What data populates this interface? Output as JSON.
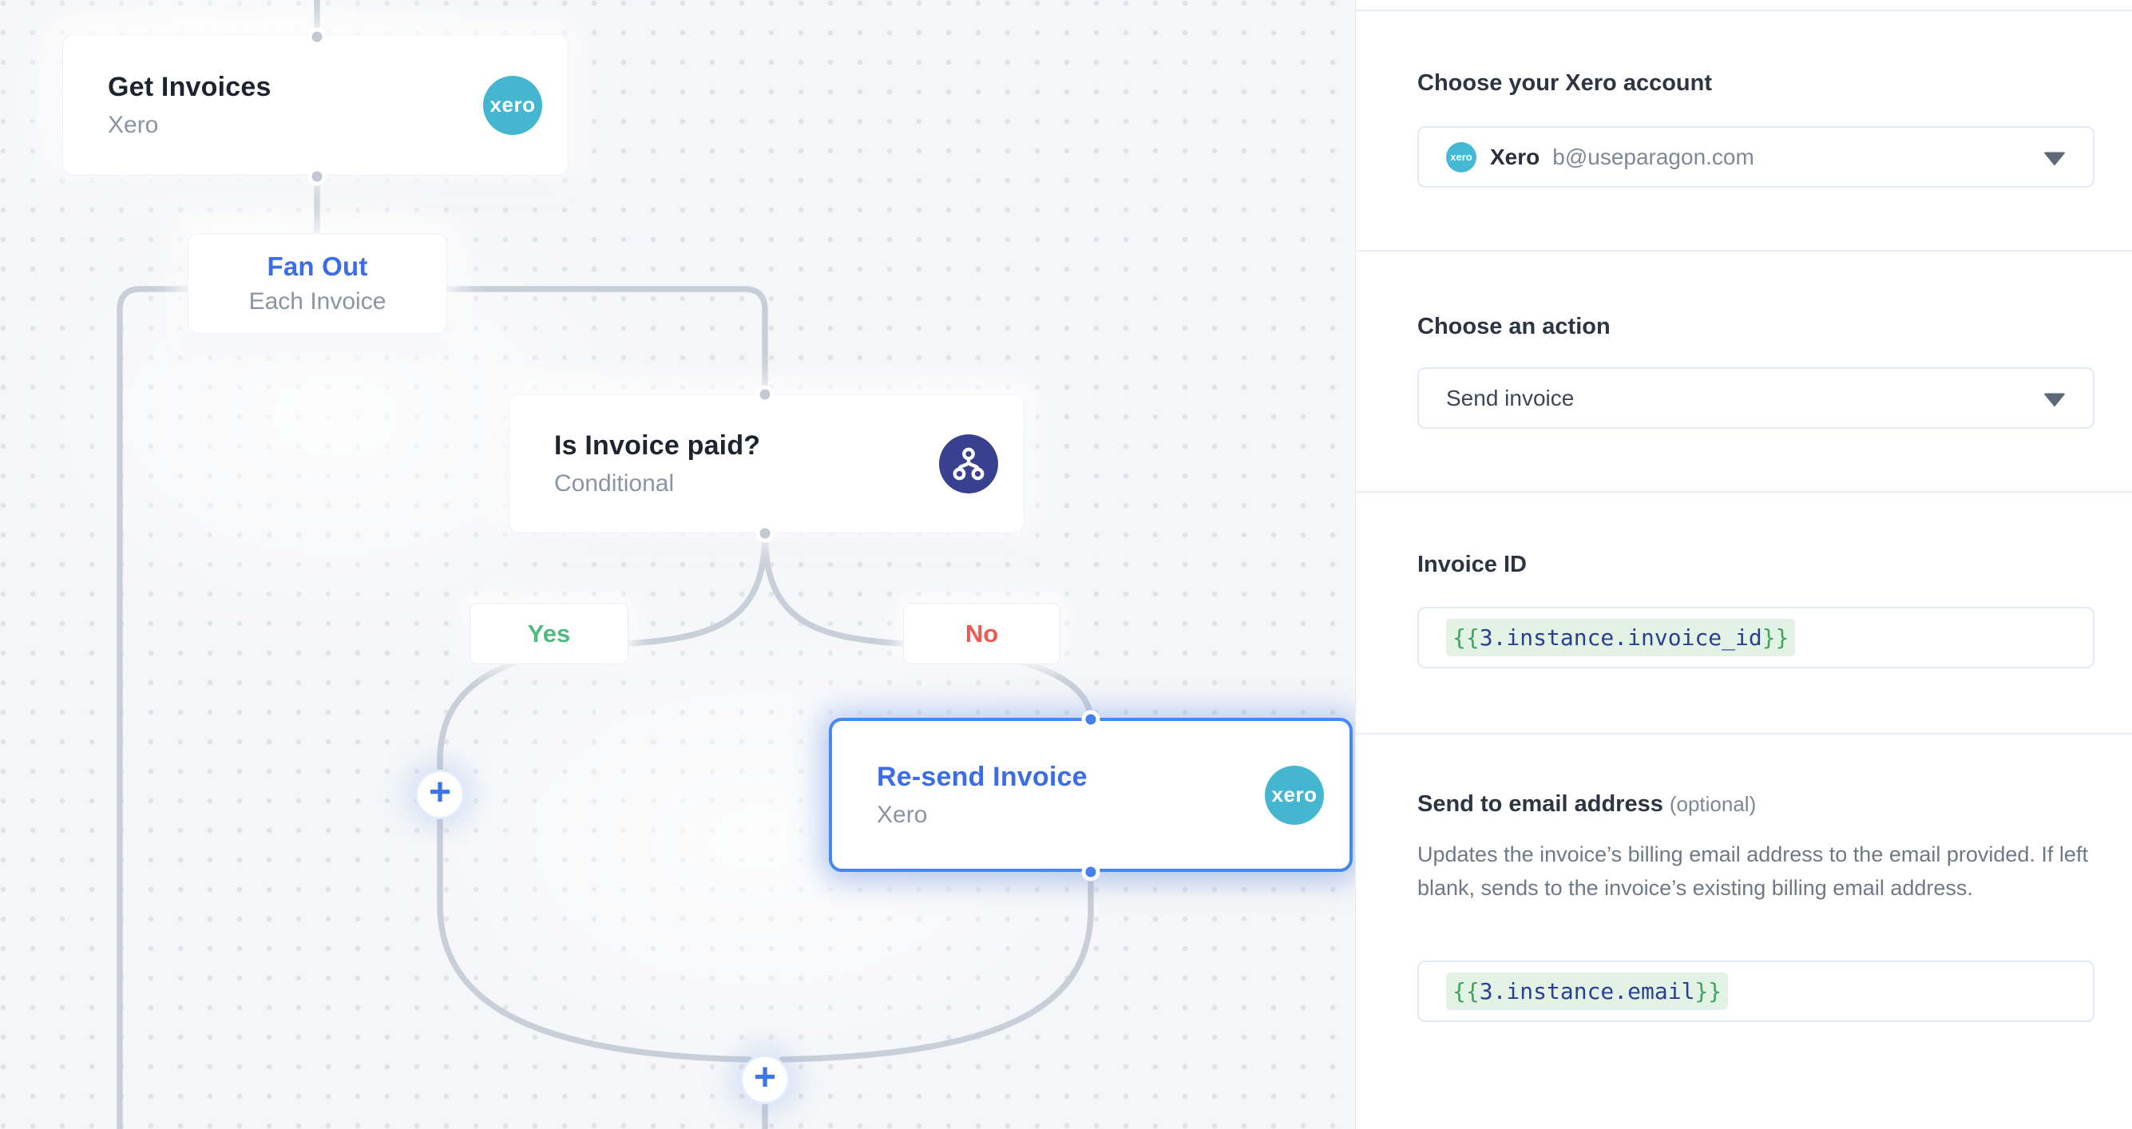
{
  "canvas": {
    "nodes": [
      {
        "title": "Get Invoices",
        "subtitle": "Xero",
        "icon": "xero-icon",
        "icon_text": "xero"
      },
      {
        "title": "Fan Out",
        "subtitle": "Each Invoice"
      },
      {
        "title": "Is Invoice paid?",
        "subtitle": "Conditional",
        "icon": "conditional-icon"
      },
      {
        "title": "Re-send Invoice",
        "subtitle": "Xero",
        "icon": "xero-icon",
        "icon_text": "xero",
        "selected": true
      }
    ],
    "branches": [
      {
        "label": "Yes",
        "color": "#4fba7d"
      },
      {
        "label": "No",
        "color": "#ee5a52"
      }
    ],
    "add_step_glyph": "+"
  },
  "panel": {
    "account": {
      "heading": "Choose your Xero account",
      "provider_name": "Xero",
      "provider_icon_text": "xero",
      "account_email": "b@useparagon.com"
    },
    "action": {
      "heading": "Choose an action",
      "selected_option": "Send invoice"
    },
    "invoice_id": {
      "heading": "Invoice ID",
      "token_open": "{{",
      "token_body": "3.instance.invoice_id",
      "token_close": "}}"
    },
    "send_to_email": {
      "heading": "Send to email address",
      "optional_label": "(optional)",
      "description": "Updates the invoice’s billing email address to the email provided. If left blank, sends to the invoice’s existing billing email address.",
      "token_open": "{{",
      "token_body": "3.instance.email",
      "token_close": "}}"
    }
  },
  "colors": {
    "accent_blue": "#3d6de6",
    "selected_border": "#4687f0",
    "yes_green": "#4fba7d",
    "no_red": "#ee5a52",
    "xero_teal": "#44b6d0",
    "conditional_indigo": "#3a4090",
    "edge_gray": "#c9cfd8",
    "token_brace_green": "#3fa35e",
    "token_text_navy": "#2b3f90",
    "token_bg_green": "#e2f3e5"
  }
}
